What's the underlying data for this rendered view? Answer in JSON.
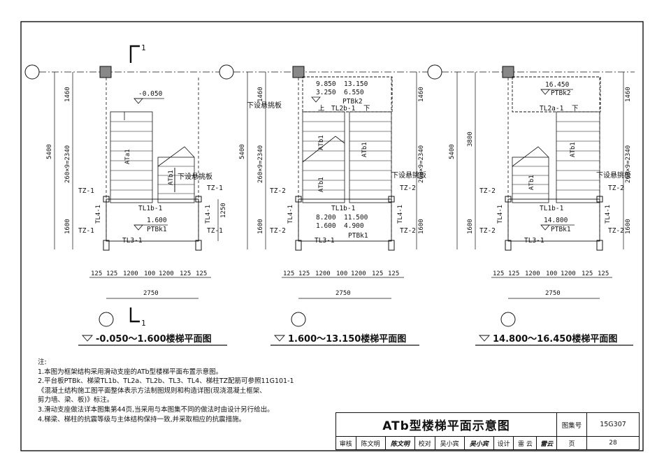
{
  "plans": [
    {
      "title": "-0.050～1.600楼梯平面图",
      "top_elev": "-0.050",
      "mid_elev": "1.600",
      "ptb_mid": "PTBk1",
      "flight_up": "ATa1",
      "flight_down": "ATb1",
      "left_dims": [
        "1460",
        "260×9=2340",
        "1600"
      ],
      "total_dim": "5400",
      "right_dims": [
        "1250"
      ],
      "beam_mid": "TL1b-1",
      "beam_bottom": "TL3-1",
      "col_left_top": "TZ-1",
      "col_left_bot": "TZ-1",
      "col_right_top": "TZ-1",
      "col_right_bot": "TZ-1",
      "tl4_left": "TL4-1",
      "tl4_right": "TL4-1",
      "cantilever_note": "下设悬挑板",
      "bottom_dims": [
        "125",
        "125",
        "1200",
        "100",
        "1200",
        "125",
        "125"
      ],
      "width_dim": "2750"
    },
    {
      "title": "1.600～13.150楼梯平面图",
      "top_elev_a": "9.850",
      "top_elev_b": "13.150",
      "top_elev_c": "3.250",
      "top_elev_d": "6.550",
      "ptb_top": "PTBk2",
      "beam_top": "TL2b-1",
      "down_mark": "下",
      "up_mark": "上",
      "flight_a": "ATb1",
      "flight_b": "ATb1",
      "flight_c": "ATb1",
      "left_dims": [
        "1460",
        "260×9=2340",
        "1600"
      ],
      "total_dim": "5400",
      "right_dims": [
        "1460",
        "260×9=2340",
        "1600"
      ],
      "beam_mid": "TL1b-1",
      "beam_bottom": "TL3-1",
      "mid_elev_a": "8.200",
      "mid_elev_b": "11.500",
      "mid_elev_c": "1.600",
      "mid_elev_d": "4.900",
      "ptb_mid": "PTBk1",
      "col_left_top": "TZ-2",
      "col_left_bot": "TZ-2",
      "col_right_top": "TZ-2",
      "col_right_bot": "TZ-2",
      "tl4_left": "TL4-1",
      "tl4_right": "TL4-1",
      "cantilever_note_a": "下设悬挑板",
      "cantilever_note_b": "下设悬挑板",
      "bottom_dims": [
        "125",
        "125",
        "1200",
        "100",
        "1200",
        "125",
        "125"
      ],
      "width_dim": "2750"
    },
    {
      "title": "14.800～16.450楼梯平面图",
      "top_elev": "16.450",
      "ptb_top": "PTBk2",
      "beam_top": "TL2a-1",
      "down_mark": "下",
      "flight_a": "ATb1",
      "flight_b": "ATb1",
      "left_dims": [
        "3800",
        "1600"
      ],
      "total_dim": "5400",
      "right_dims": [
        "1460",
        "260×9=2340",
        "1600"
      ],
      "beam_mid": "TL1b-1",
      "beam_bottom": "TL3-1",
      "mid_elev": "14.800",
      "ptb_mid": "PTBk1",
      "col_left_top": "TZ-2",
      "col_left_bot": "TZ-2",
      "col_right_top": "TZ-2",
      "col_right_bot": "TZ-2",
      "tl4_left": "TL4-1",
      "tl4_right": "TL4-1",
      "cantilever_note": "下设悬挑板",
      "bottom_dims": [
        "125",
        "125",
        "1200",
        "100",
        "1200",
        "125",
        "125"
      ],
      "width_dim": "2750"
    }
  ],
  "section_mark": "1",
  "notes": {
    "heading": "注:",
    "items": [
      "1.本图为框架结构采用滑动支座的ATb型楼梯平面布置示意图。",
      "2.平台板PTBk、梯梁TL1b、TL2a、TL2b、TL3、TL4、梯柱TZ配筋可参照11G101-1",
      "《混凝土结构施工图平面整体表示方法制图规则和构造详图(现浇混凝土框架、",
      "剪力墙、梁、板)》标注。",
      "3.滑动支座做法详本图集第44页,当采用与本图集不同的做法时由设计另行给出。",
      "4.梯梁、梯柱的抗震等级与主体结构保持一致,并采取相应的抗震措施。"
    ]
  },
  "title_block": {
    "title": "ATb型楼梯平面示意图",
    "atlas_label": "图集号",
    "atlas_no": "15G307",
    "review_label": "审核",
    "review_name": "陈文明",
    "review_sig": "陈文明",
    "check_label": "校对",
    "check_name": "吴小宾",
    "check_sig": "吴小宾",
    "design_label": "设计",
    "design_name": "雷 云",
    "design_sig": "雷云",
    "page_label": "页",
    "page_no": "28"
  }
}
